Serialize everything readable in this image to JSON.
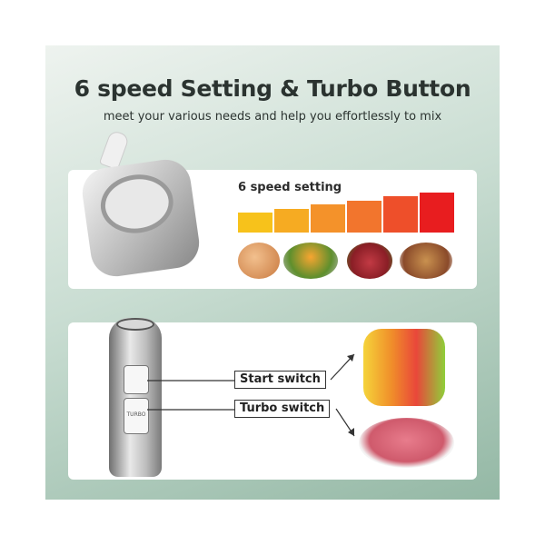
{
  "header": {
    "title": "6 speed Setting & Turbo Button",
    "subtitle": "meet your various needs and help you effortlessly to mix"
  },
  "speed_panel": {
    "label": "6 speed setting",
    "speed_levels": 6,
    "bar_colors": [
      "#f7c21b",
      "#f6ab22",
      "#f4922a",
      "#f2752d",
      "#ee4f2a",
      "#e81d1f"
    ],
    "foods": [
      "eggs",
      "vegetables",
      "meat",
      "nuts"
    ]
  },
  "switch_panel": {
    "start_label": "Start switch",
    "turbo_label": "Turbo switch",
    "device_turbo_text": "TURBO",
    "results": [
      "juices",
      "minced-meat"
    ]
  }
}
